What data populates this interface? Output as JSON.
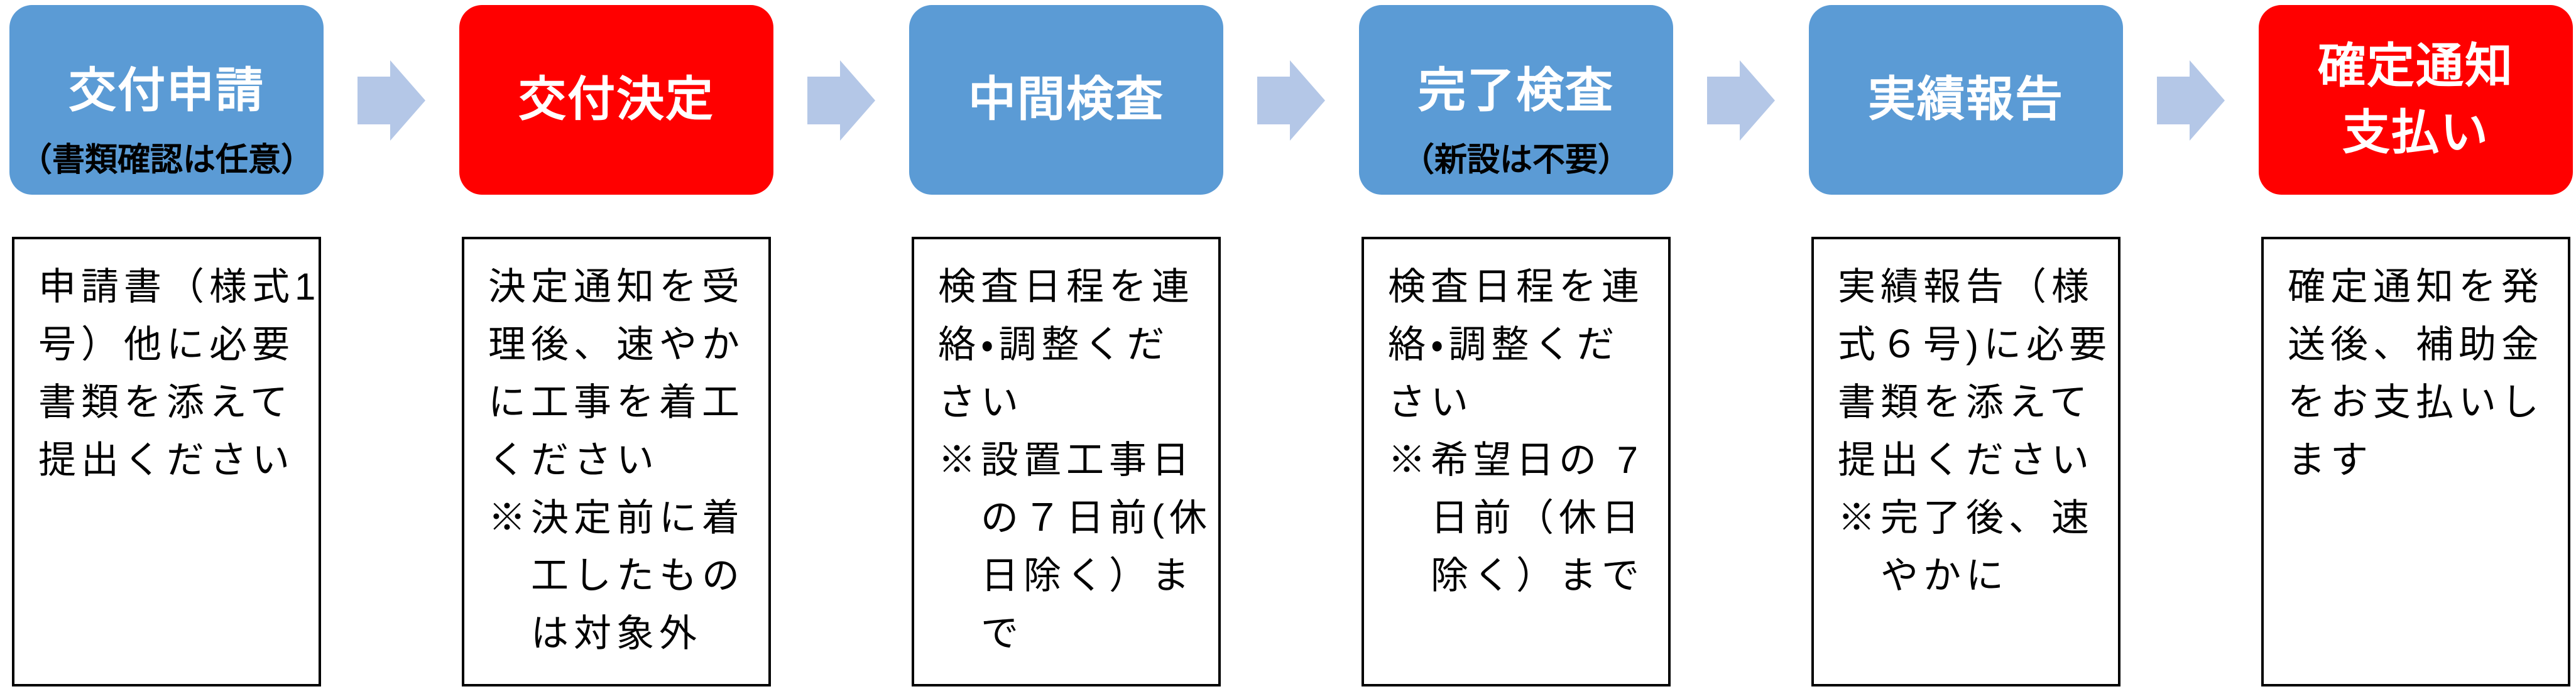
{
  "colors": {
    "step_blue": "#5b9bd5",
    "step_red": "#ff0000",
    "arrow_light_blue": "#b4c7e7",
    "note_border": "#000000",
    "title_text": "#ffffff",
    "subtitle_text": "#000000"
  },
  "steps": [
    {
      "title": "交付申請",
      "subtitle": "（書類確認は任意）",
      "color": "blue",
      "note_lines": [
        "申請書（様式1",
        "号）他に必要",
        "書類を添えて",
        "提出ください"
      ]
    },
    {
      "title": "交付決定",
      "color": "red",
      "note_lines": [
        "決定通知を受",
        "理後、速やか",
        "に工事を着工",
        "ください",
        "※決定前に着",
        "　工したもの",
        "　は対象外"
      ]
    },
    {
      "title": "中間検査",
      "color": "blue",
      "note_lines": [
        "検査日程を連",
        "絡・調整くだ",
        "さい",
        "※設置工事日",
        "　の７日前(休",
        "　日除く）ま",
        "　で"
      ]
    },
    {
      "title": "完了検査",
      "subtitle": "（新設は不要）",
      "color": "blue",
      "note_lines": [
        "検査日程を連",
        "絡・調整くだ",
        "さい",
        "※希望日の 7",
        "　日前（休日",
        "　除く）まで"
      ]
    },
    {
      "title": "実績報告",
      "color": "blue",
      "note_lines": [
        "実績報告（様",
        "式６号)に必要",
        "書類を添えて",
        "提出ください",
        "※完了後、速",
        "　やかに"
      ]
    },
    {
      "title_lines": [
        "確定通知",
        "支払い"
      ],
      "color": "red",
      "note_lines": [
        "確定通知を発",
        "送後、補助金",
        "をお支払いし",
        "ます"
      ]
    }
  ]
}
